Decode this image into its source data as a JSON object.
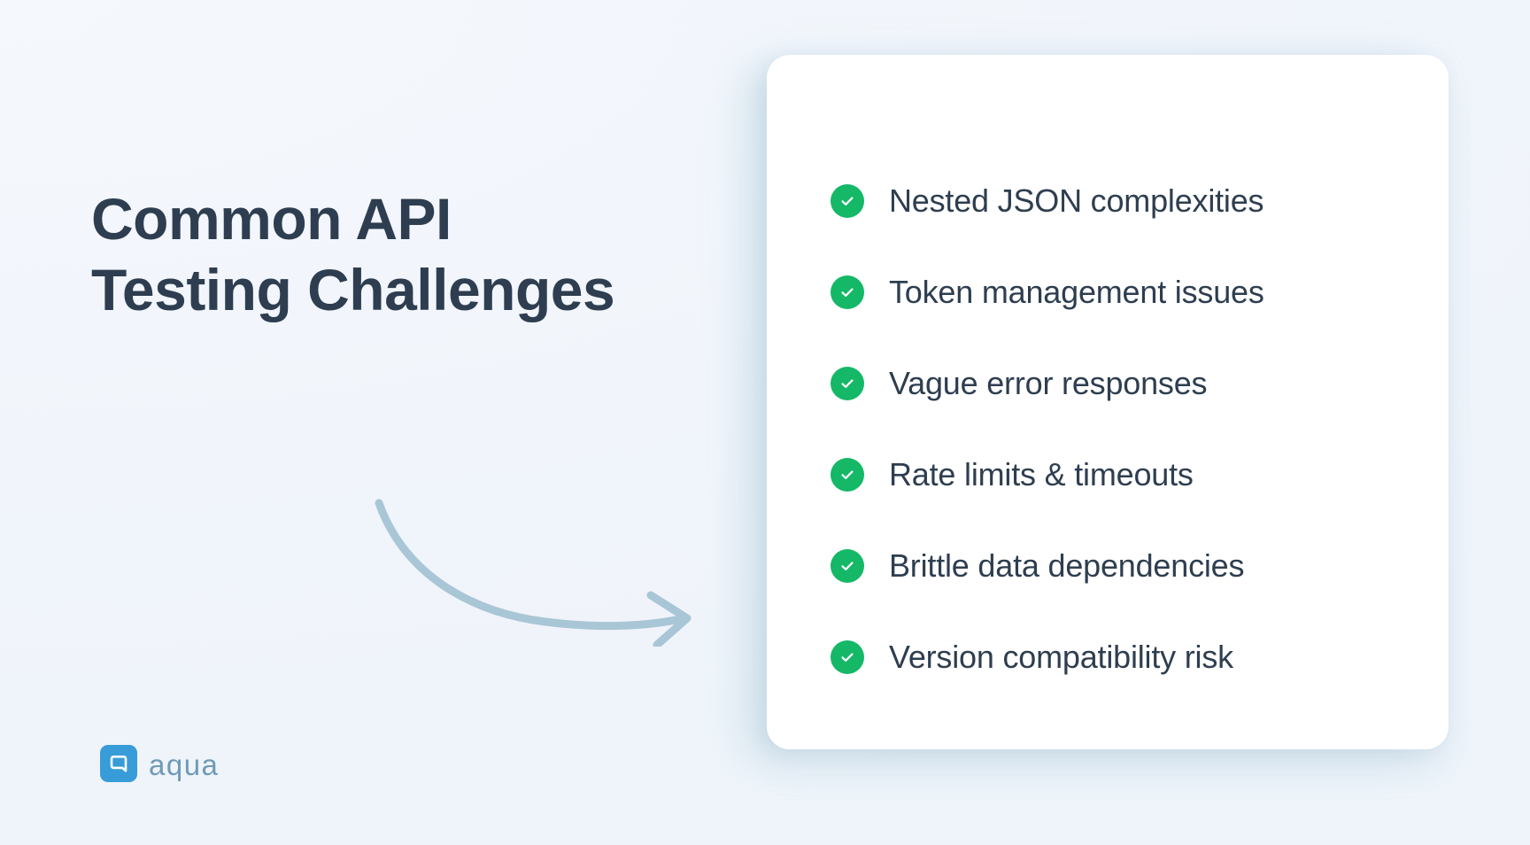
{
  "background": {
    "color": "#f2f6fc"
  },
  "heading": {
    "text": "Common API\nTesting Challenges",
    "color": "#2e3e50"
  },
  "arrow": {
    "icon_name": "curved-arrow-icon",
    "color": "#a9c6d6",
    "direction": "down-right"
  },
  "brand": {
    "mark_icon_name": "aqua-logo-mark-icon",
    "mark_color": "#389cd8",
    "wordmark": "aqua",
    "wordmark_color": "#6f9ab8"
  },
  "card": {
    "background": "#ffffff",
    "accent_color": "#14b866",
    "items": [
      {
        "label": "Nested JSON complexities",
        "icon": "check-circle-icon"
      },
      {
        "label": "Token management issues",
        "icon": "check-circle-icon"
      },
      {
        "label": "Vague error responses",
        "icon": "check-circle-icon"
      },
      {
        "label": "Rate limits & timeouts",
        "icon": "check-circle-icon"
      },
      {
        "label": "Brittle data dependencies",
        "icon": "check-circle-icon"
      },
      {
        "label": "Version compatibility risk",
        "icon": "check-circle-icon"
      }
    ]
  }
}
